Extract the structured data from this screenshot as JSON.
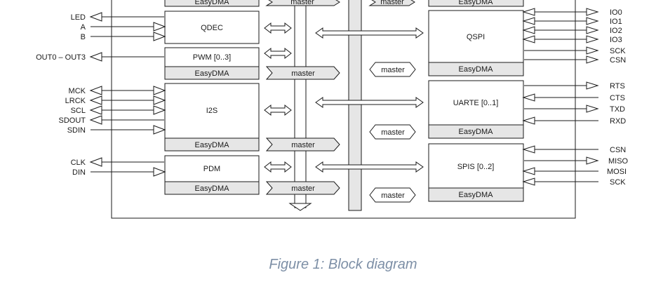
{
  "caption": "Figure 1: Block diagram",
  "left_blocks": {
    "top_easydma": "EasyDMA",
    "qdec": "QDEC",
    "pwm": "PWM [0..3]",
    "pwm_easydma": "EasyDMA",
    "i2s": "I2S",
    "i2s_easydma": "EasyDMA",
    "pdm": "PDM",
    "pdm_easydma": "EasyDMA"
  },
  "right_blocks": {
    "top_easydma": "EasyDMA",
    "qspi": "QSPI",
    "qspi_easydma": "EasyDMA",
    "uarte": "UARTE [0..1]",
    "uarte_easydma": "EasyDMA",
    "spis": "SPIS [0..2]",
    "spis_easydma": "EasyDMA"
  },
  "masters": {
    "left_top": "master",
    "left_pwm": "master",
    "left_i2s": "master",
    "left_pdm": "master",
    "right_top": "master",
    "right_qspi": "master",
    "right_uarte": "master",
    "right_spis": "master"
  },
  "signals_left": {
    "qdec": [
      "LED",
      "A",
      "B"
    ],
    "pwm": [
      "OUT0 – OUT3"
    ],
    "i2s": [
      "MCK",
      "LRCK",
      "SCL",
      "SDOUT",
      "SDIN"
    ],
    "pdm": [
      "CLK",
      "DIN"
    ]
  },
  "signals_right": {
    "qspi": [
      "IO0",
      "IO1",
      "IO2",
      "IO3",
      "SCK",
      "CSN"
    ],
    "uarte": [
      "RTS",
      "CTS",
      "TXD",
      "RXD"
    ],
    "spis": [
      "CSN",
      "MISO",
      "MOSI",
      "SCK"
    ]
  }
}
